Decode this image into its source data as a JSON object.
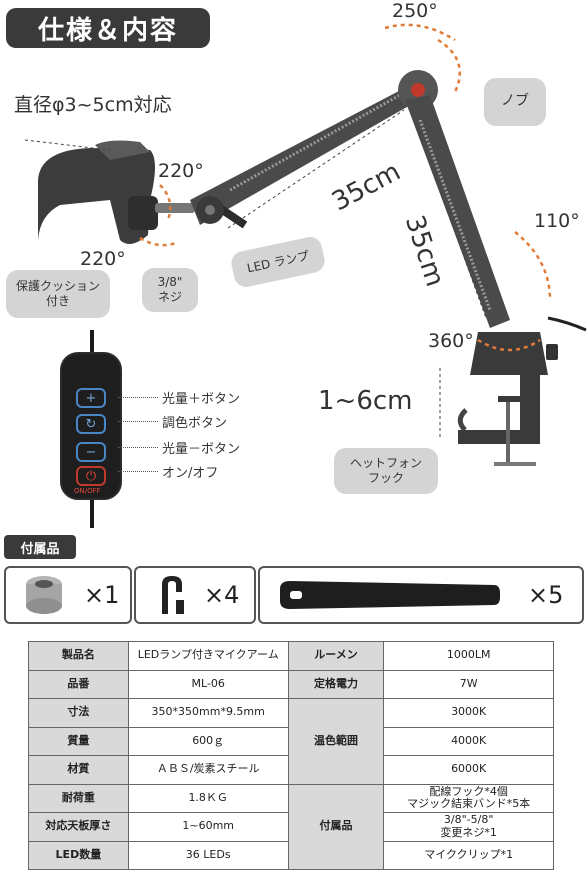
{
  "header": {
    "title": "仕様＆内容"
  },
  "diagram": {
    "diameter_label": "直径φ3~5cm対応",
    "angle_top": "250°",
    "angle_mic": "220°",
    "angle_clip": "220°",
    "angle_right": "110°",
    "angle_base": "360°",
    "length_upper": "35cm",
    "length_lower": "35cm",
    "clamp_range": "1~6cm",
    "knob_label": "ノブ",
    "led_label": "LED ランプ",
    "cushion_label_1": "保護クッション",
    "cushion_label_2": "付き",
    "screw_label_1": "3/8\"",
    "screw_label_2": "ネジ",
    "hook_label_1": "ヘットフォン",
    "hook_label_2": "フック"
  },
  "remote": {
    "btn_plus_symbol": "+",
    "btn_color_symbol": "↻",
    "btn_minus_symbol": "−",
    "btn_power_symbol": "⏻",
    "power_caption": "ON/OFF",
    "labels": [
      "光量＋ボタン",
      "調色ボタン",
      "光量－ボタン",
      "オン/オフ"
    ]
  },
  "accessories": {
    "title": "付属品",
    "items": [
      {
        "qty": "×1",
        "icon": "screw-adapter-icon"
      },
      {
        "qty": "×4",
        "icon": "cable-hook-icon"
      },
      {
        "qty": "×5",
        "icon": "velcro-strap-icon"
      }
    ]
  },
  "spec_table": {
    "rows": [
      [
        "製品名",
        "LEDランプ付きマイクアーム",
        "ルーメン",
        "1000LM"
      ],
      [
        "品番",
        "ML-06",
        "定格電力",
        "7W"
      ],
      [
        "寸法",
        "350*350mm*9.5mm",
        "温色範囲",
        "3000K"
      ],
      [
        "質量",
        "600ｇ",
        "",
        "4000K"
      ],
      [
        "材質",
        "ＡＢＳ/炭素スチール",
        "",
        "6000K"
      ],
      [
        "耐荷重",
        "1.8ＫＧ",
        "付属品",
        "配線フック*4個\nマジック結束バンド*5本"
      ],
      [
        "対応天板厚さ",
        "1~60mm",
        "",
        "3/8\"-5/8\"\n変更ネジ*1"
      ],
      [
        "LED数量",
        "36 LEDs",
        "",
        "マイククリップ*1"
      ]
    ]
  }
}
